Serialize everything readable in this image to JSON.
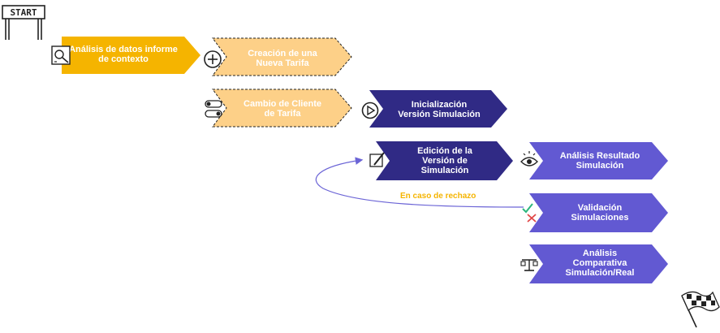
{
  "start": {
    "label": "START"
  },
  "steps": [
    {
      "id": "analisis-datos",
      "label": "Análisis de datos informe\nde contexto",
      "icon": "report-chart-icon"
    },
    {
      "id": "creacion-tarifa",
      "label": "Creación de una\nNueva Tarifa",
      "icon": "plus-circle-icon"
    },
    {
      "id": "cambio-cliente",
      "label": "Cambio de Cliente\nde Tarifa",
      "icon": "toggle-switch-icon"
    },
    {
      "id": "inicializacion",
      "label": "Inicialización\nVersión Simulación",
      "icon": "play-circle-icon"
    },
    {
      "id": "edicion",
      "label": "Edición de la\nVersión de\nSimulación",
      "icon": "edit-pencil-icon"
    },
    {
      "id": "analisis-resultado",
      "label": "Análisis Resultado\nSimulación",
      "icon": "eye-icon"
    },
    {
      "id": "validacion",
      "label": "Validación\nSimulaciones",
      "icon": "check-cross-icon"
    },
    {
      "id": "analisis-comparativa",
      "label": "Análisis\nComparativa\nSimulación/Real",
      "icon": "balance-scale-icon"
    }
  ],
  "rejection_note": "En caso de rechazo",
  "colors": {
    "orange": "#f5b400",
    "light_orange": "#fdd088",
    "dark_purple": "#302a85",
    "mid_purple": "#6259d2",
    "arrow_line": "#6b64d6",
    "check": "#2cb67d",
    "cross": "#e04646"
  }
}
